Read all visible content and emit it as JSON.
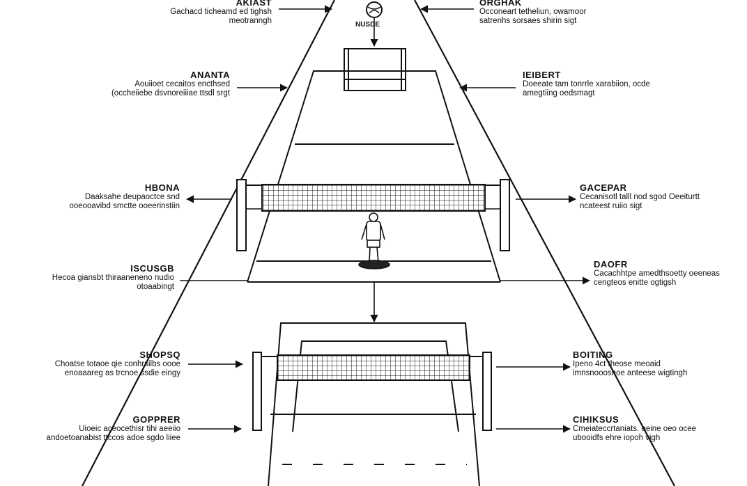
{
  "ball_label": "NUSDE",
  "callouts": {
    "top_left": {
      "title": "AKIAST",
      "desc": "Gachacd ticheamd ed tighsh meotranngh"
    },
    "top_right": {
      "title": "ORGHAK",
      "desc": "Occoneart tetheliun, owamoor satrenhs sorsaes shirin sigt"
    },
    "l1": {
      "title": "ANANTA",
      "desc": "Aouiioet cecaitos encthsed (occheiiebe dsvnoreiiiae ttsdl srgt"
    },
    "r1": {
      "title": "IEIBERT",
      "desc": "Doeeate tam tonrrle xarabiion, ocde amegtiing oedsmagt"
    },
    "l2": {
      "title": "HBONA",
      "desc": "Daaksahe deupaoctce snd ooeooavibd smctte ooeerinstiin"
    },
    "r2": {
      "title": "GACEPAR",
      "desc": "Cecanisotl talll nod sgod Oeeiturtt ncateest ruiio sigt"
    },
    "l3": {
      "title": "ISCUSGB",
      "desc": "Hecoa giansbt thiraaneneno nudio otoaabingt"
    },
    "r3": {
      "title": "DAOFR",
      "desc": "Cacachhtpe amedthsoetty oeeneas cengteos enitte ogtigsh"
    },
    "l4": {
      "title": "SHOPSQ",
      "desc": "Choatse totaoe qie conhrsilbs oooe enoaaareg as trcnoe ssdie eingy"
    },
    "r4": {
      "title": "BOITING",
      "desc": "Ipeno 4ct theose meoaid imnsnoooshoe anteese wigtingh"
    },
    "l5": {
      "title": "GOPPRER",
      "desc": "Uioeic aceocethisr tihi aeeiio andoetoanabist ttccos adoe sgdo liiee"
    },
    "r5": {
      "title": "CIHIKSUS",
      "desc": "Cmeiateccrtaniats. oeine oeo ocee ubooidfs ehre iopoh vigh"
    }
  },
  "colors": {
    "ink": "#111111",
    "background": "#ffffff",
    "player_shadow": "#222222"
  }
}
